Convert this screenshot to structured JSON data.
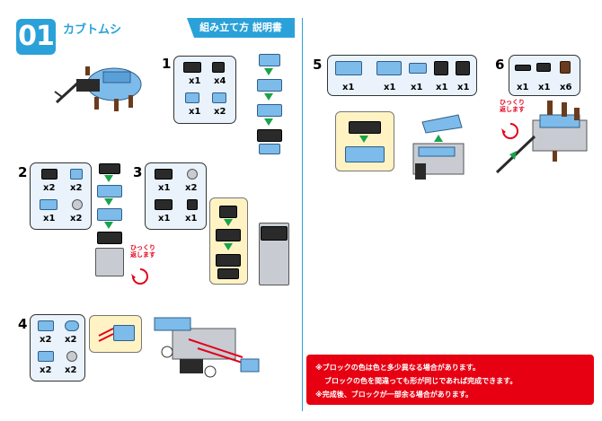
{
  "header": {
    "step_badge": "01",
    "model_name": "カブトムシ",
    "manual_label": "組み立て方 説明書"
  },
  "steps": [
    {
      "number": "1",
      "quantities": [
        "x1",
        "x4",
        "x1",
        "x2"
      ]
    },
    {
      "number": "2",
      "quantities": [
        "x2",
        "x2",
        "x1",
        "x2"
      ]
    },
    {
      "number": "3",
      "quantities": [
        "x1",
        "x2",
        "x1",
        "x1"
      ]
    },
    {
      "number": "4",
      "quantities": [
        "x2",
        "x2",
        "x2",
        "x2"
      ]
    },
    {
      "number": "5",
      "quantities": [
        "x1",
        "x1",
        "x1",
        "x1",
        "x1"
      ]
    },
    {
      "number": "6",
      "quantities": [
        "x1",
        "x1",
        "x6"
      ]
    }
  ],
  "flip_labels": {
    "step2": [
      "ひっくり",
      "返します"
    ],
    "step6": [
      "ひっくり",
      "返します"
    ]
  },
  "notes": [
    "※ブロックの色は色と多少異なる場合があります。",
    "ブロックの色を間違っても形が同じであれば完成できます。",
    "※完成後、ブロックが一部余る場合があります。"
  ],
  "colors": {
    "accent": "#2aa1d9",
    "part_blue": "#7cbbea",
    "part_black": "#2a2a2a",
    "part_gray": "#c8ccd2",
    "part_brown": "#6b3b1d",
    "arrow_green": "#19a34a",
    "arrow_red": "#e3001b",
    "note_bg": "#e60012",
    "callout_bg": "#fff3c4"
  }
}
